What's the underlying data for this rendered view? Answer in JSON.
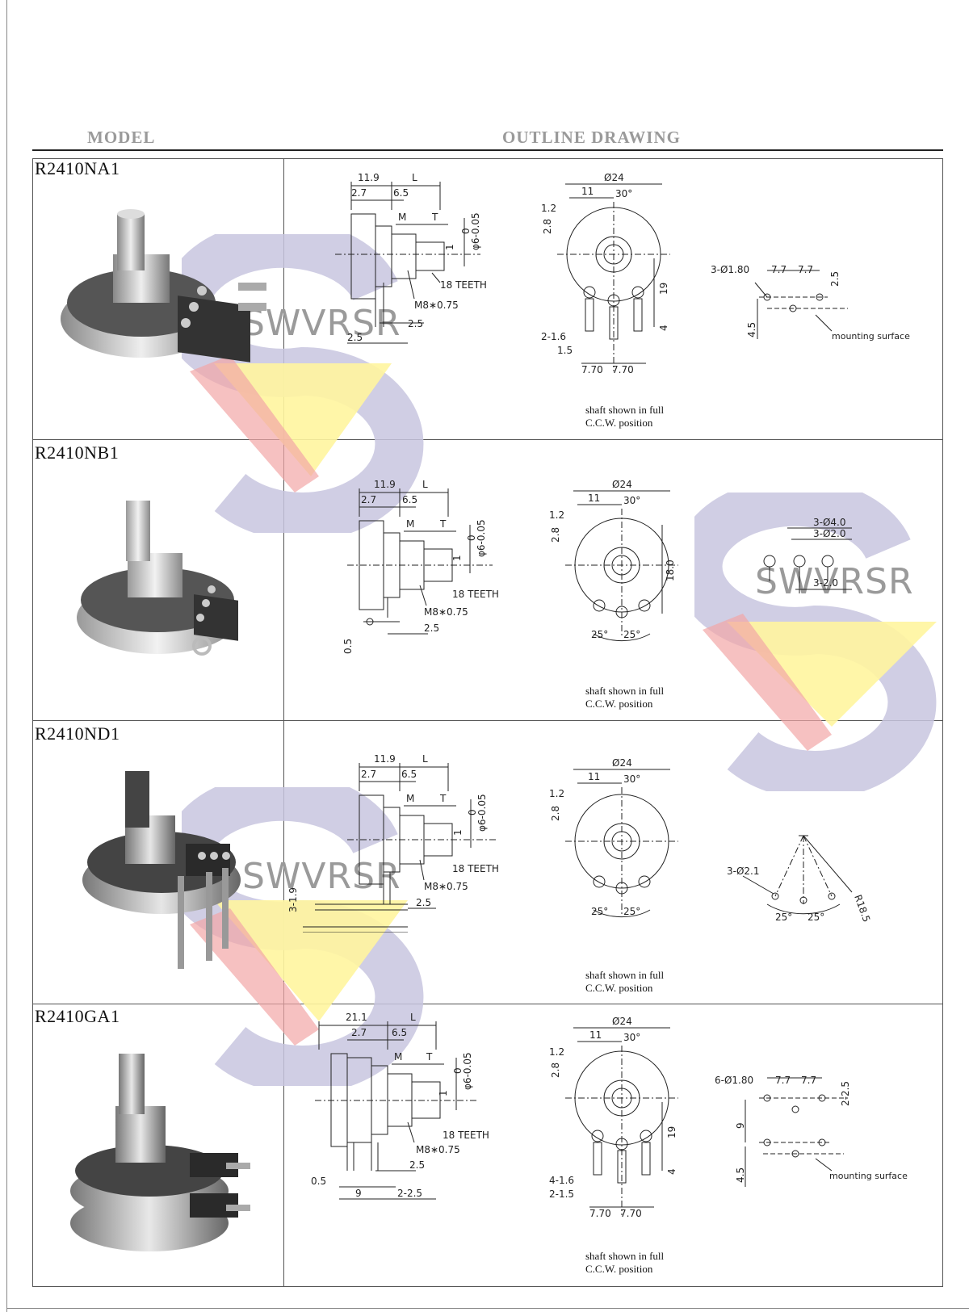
{
  "headers": {
    "model": "MODEL",
    "outline": "OUTLINE DRAWING"
  },
  "watermark": {
    "text": "SWVRSR"
  },
  "colors": {
    "watermark_blue": "#c8c6df",
    "watermark_yellow": "#fff59e",
    "watermark_red": "#f2a7a7"
  },
  "rows": [
    {
      "model": "R2410NA1",
      "side": {
        "dim_top": "11.9",
        "L": "L",
        "d27": "2.7",
        "d65": "6.5",
        "M": "M",
        "T": "T",
        "shaft": "φ6-0.05",
        "zero": "0",
        "one": "1",
        "teeth": "18 TEETH",
        "thread": "M8∗0.75",
        "d25a": "2.5",
        "d25b": "2.5"
      },
      "front": {
        "dia": "Ø24",
        "d11": "11",
        "ang": "30°",
        "d12": "1.2",
        "d28": "2.8",
        "d19": "19",
        "d4": "4",
        "pins": "2-1.6",
        "d15": "1.5",
        "p1": "7.70",
        "p2": "7.70"
      },
      "mount": {
        "holes": "3-Ø1.80",
        "p1": "7.7",
        "p2": "7.7",
        "d25": "2.5",
        "d45": "4.5",
        "surface": "mounting surface"
      },
      "caption": [
        "shaft shown in full",
        "C.C.W. position"
      ]
    },
    {
      "model": "R2410NB1",
      "side": {
        "dim_top": "11.9",
        "L": "L",
        "d27": "2.7",
        "d65": "6.5",
        "M": "M",
        "T": "T",
        "shaft": "φ6-0.05",
        "zero": "0",
        "one": "1",
        "teeth": "18 TEETH",
        "thread": "M8∗0.75",
        "d25": "2.5",
        "d05": "0.5"
      },
      "front": {
        "dia": "Ø24",
        "d11": "11",
        "ang": "30°",
        "d12": "1.2",
        "d28": "2.8",
        "d18": "18.0",
        "a1": "25°",
        "a2": "25°"
      },
      "mount": {
        "l1": "3-Ø4.0",
        "l2": "3-Ø2.0",
        "l3": "3-2.0"
      },
      "caption": [
        "shaft shown in full",
        "C.C.W. position"
      ]
    },
    {
      "model": "R2410ND1",
      "side": {
        "dim_top": "11.9",
        "L": "L",
        "d27": "2.7",
        "d65": "6.5",
        "M": "M",
        "T": "T",
        "shaft": "φ6-0.05",
        "zero": "0",
        "one": "1",
        "teeth": "18 TEETH",
        "thread": "M8∗0.75",
        "d25": "2.5",
        "d19": "3-1.9"
      },
      "front": {
        "dia": "Ø24",
        "d11": "11",
        "ang": "30°",
        "d12": "1.2",
        "d28": "2.8",
        "a1": "25°",
        "a2": "25°"
      },
      "mount": {
        "holes": "3-Ø2.1",
        "r": "R18.5",
        "a1": "25°",
        "a2": "25°"
      },
      "caption": [
        "shaft shown in full",
        "C.C.W. position"
      ]
    },
    {
      "model": "R2410GA1",
      "side": {
        "dim_top": "21.1",
        "L": "L",
        "d27": "2.7",
        "d65": "6.5",
        "M": "M",
        "T": "T",
        "shaft": "φ6-0.05",
        "zero": "0",
        "one": "1",
        "teeth": "18 TEETH",
        "thread": "M8∗0.75",
        "d25": "2.5",
        "d05": "0.5",
        "d9": "9",
        "d225": "2-2.5"
      },
      "front": {
        "dia": "Ø24",
        "d11": "11",
        "ang": "30°",
        "d12": "1.2",
        "d28": "2.8",
        "d19": "19",
        "d4": "4",
        "pins": "4-1.6",
        "d15": "2-1.5",
        "p1": "7.70",
        "p2": "7.70"
      },
      "mount": {
        "holes": "6-Ø1.80",
        "p1": "7.7",
        "p2": "7.7",
        "d225": "2-2.5",
        "d9": "9",
        "d45": "4.5",
        "surface": "mounting surface"
      },
      "caption": [
        "shaft shown in full",
        "C.C.W. position"
      ]
    }
  ]
}
